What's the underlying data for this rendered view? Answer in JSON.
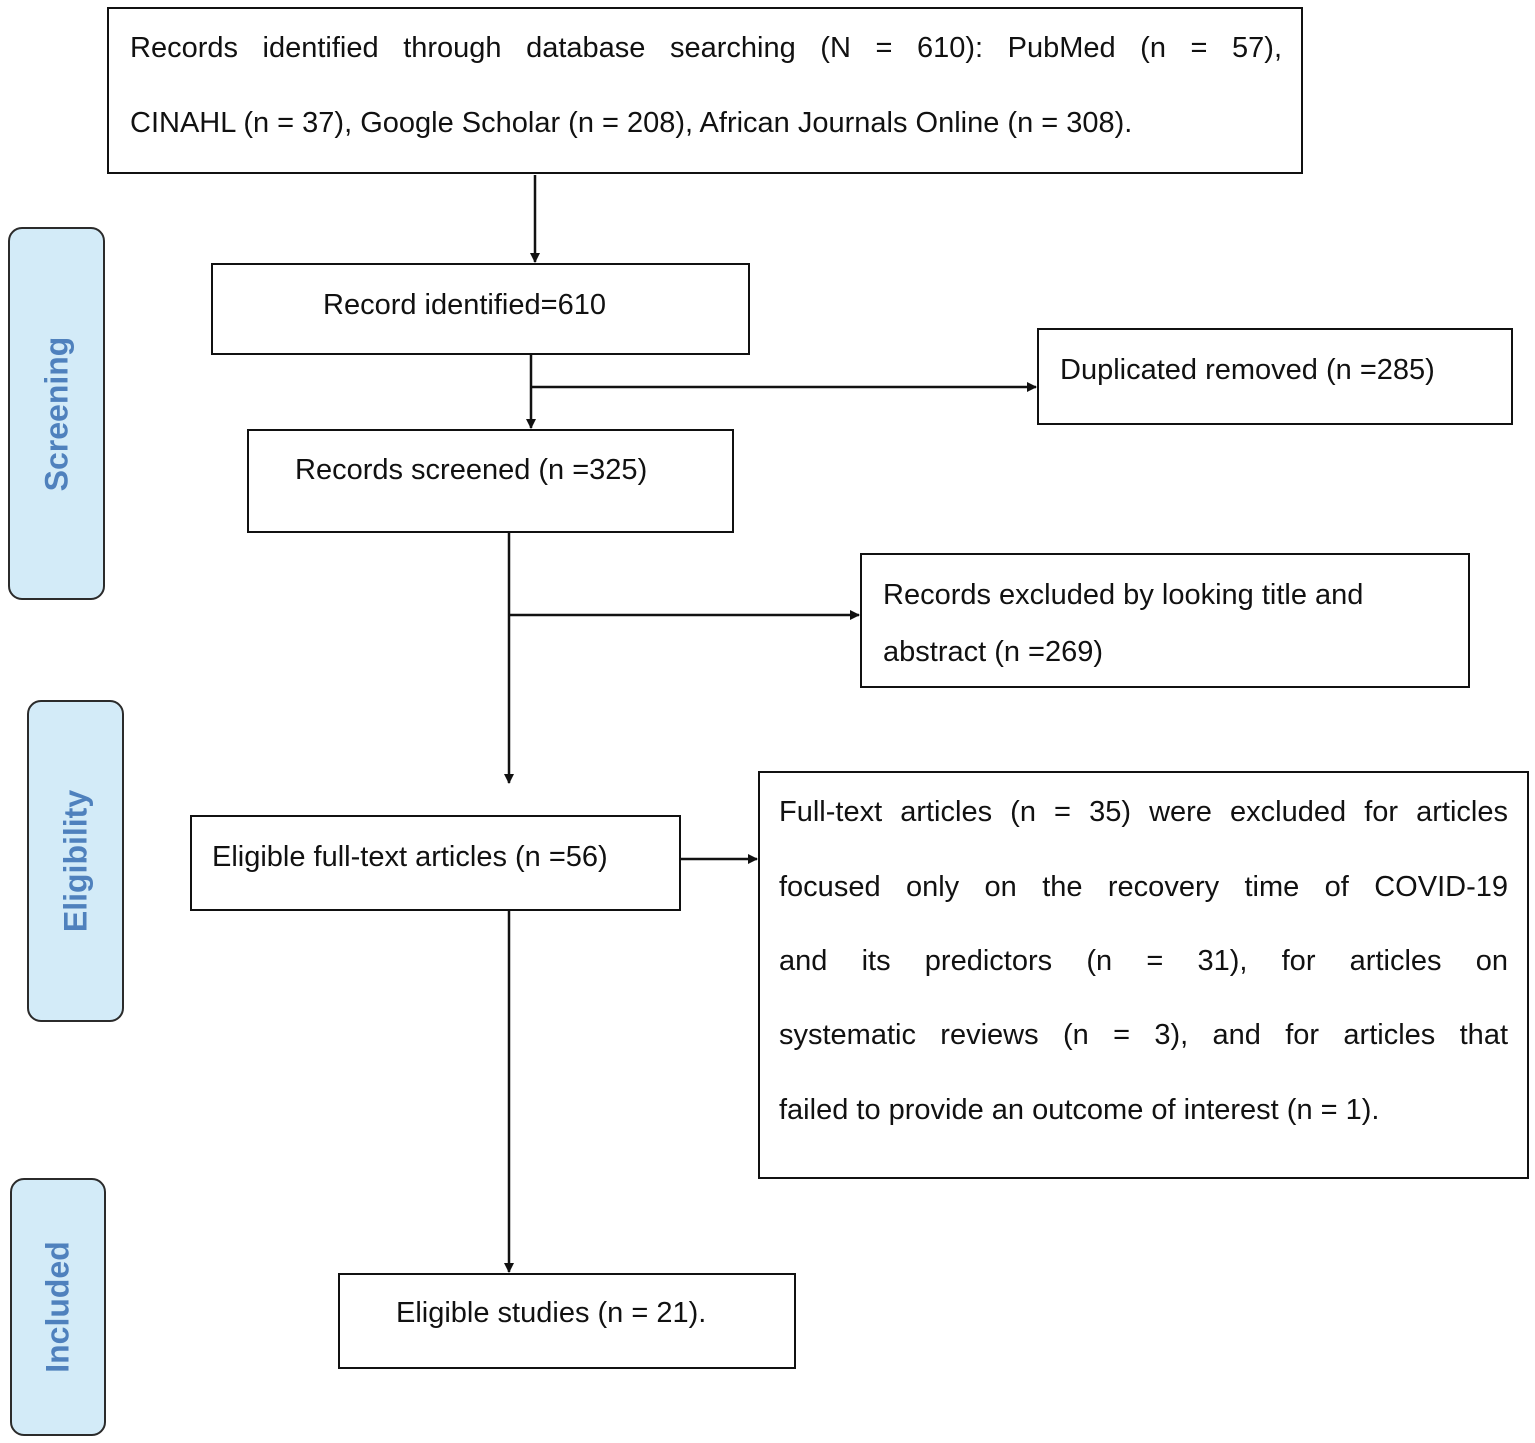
{
  "stages": {
    "screening": "Screening",
    "eligibility": "Eligibility",
    "included": "Included"
  },
  "boxes": {
    "identification": {
      "line1": "Records identified through database searching (N = 610): PubMed (n = 57),",
      "line2": "CINAHL (n = 37), Google Scholar (n = 208), African Journals Online (n = 308)."
    },
    "record_identified": "Record identified=610",
    "duplicates_removed": "Duplicated removed (n =285)",
    "records_screened": "Records screened (n =325)",
    "records_excluded": {
      "line1": "Records excluded by looking title and",
      "line2": "abstract (n =269)"
    },
    "eligible_fulltext": "Eligible full-text articles (n =56)",
    "fulltext_excluded": {
      "line1": "Full-text articles (n = 35) were excluded for articles",
      "line2": "focused only on the recovery time of COVID-19",
      "line3": "and its predictors (n = 31), for articles on",
      "line4": "systematic reviews (n = 3), and for articles that",
      "line5": "failed to provide an outcome of interest (n = 1)."
    },
    "eligible_studies": "Eligible studies (n = 21)."
  },
  "colors": {
    "stage_fill": "#d3ebf8",
    "stage_text": "#4f81bd",
    "stroke": "#111111"
  }
}
